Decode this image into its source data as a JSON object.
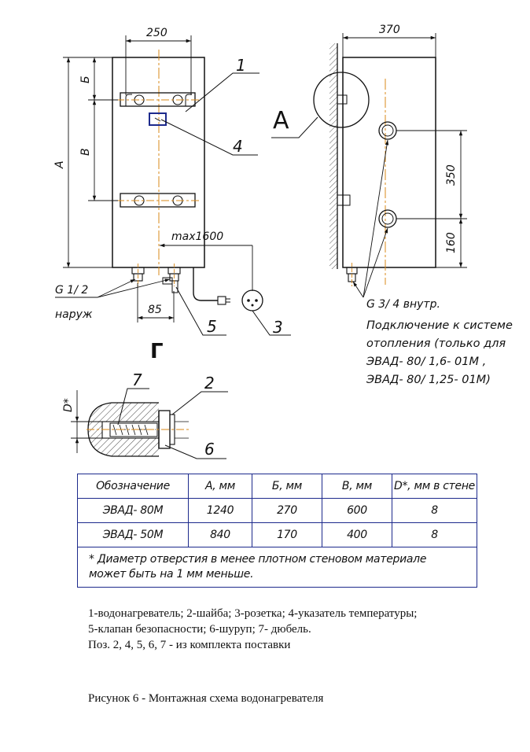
{
  "drawing": {
    "front": {
      "dim_width": "250",
      "label_A": "А",
      "label_B": "Б",
      "label_V": "В",
      "cable_length": "max1600",
      "thread_label": "G 1/ 2",
      "thread_note": "наруж",
      "dim_85": "85",
      "callout_1": "1",
      "callout_3": "3",
      "callout_4": "4",
      "callout_5": "5",
      "view_label": "Г"
    },
    "side": {
      "dim_width": "370",
      "dim_350": "350",
      "dim_160": "160",
      "view_label_A": "А",
      "thread_label": "G 3/ 4 внутр.",
      "connection_note": [
        "Подключение к системе",
        "отопления (только для",
        "ЭВАД- 80/ 1,6- 01М ,",
        "ЭВАД- 80/ 1,25- 01М)"
      ]
    },
    "detail": {
      "dim_label": "D*",
      "callout_2": "2",
      "callout_6": "6",
      "callout_7": "7"
    }
  },
  "table": {
    "headers": [
      "Обозначение",
      "А, мм",
      "Б, мм",
      "В, мм",
      "D*, мм в стене"
    ],
    "rows": [
      [
        "ЭВАД- 80М",
        "1240",
        "270",
        "600",
        "8"
      ],
      [
        "ЭВАД- 50М",
        "840",
        "170",
        "400",
        "8"
      ]
    ],
    "footnote": "* Диаметр отверстия в менее плотном стеновом материале может быть на 1 мм меньше."
  },
  "legend": [
    "1-водонагреватель; 2-шайба; 3-розетка; 4-указатель температуры;",
    "5-клапан безопасности; 6-шуруп; 7- дюбель.",
    "Поз. 2, 4, 5, 6, 7 - из комплекта поставки"
  ],
  "caption": "Рисунок 6 - Монтажная схема водонагревателя",
  "colors": {
    "line": "#111111",
    "frame": "#1d2a8c",
    "axis": "#d98a1a"
  }
}
